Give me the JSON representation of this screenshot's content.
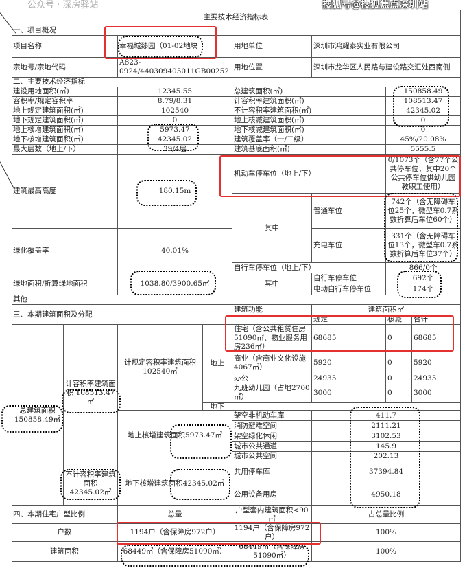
{
  "title": "主要技术经济指标表",
  "s1": {
    "heading": "一、项目概况",
    "project_name_label": "项目名称",
    "project_name": "幸福城臻园（01-02地块",
    "land_unit_label": "用地单位",
    "land_unit": "深圳市鸿耀泰实业有限公司",
    "parcel_label": "宗地号/宗地代码",
    "parcel_code": "A823-0924/440309405011GB00252",
    "location_label": "用地位置",
    "location": "深圳市龙华区人民路与建设路交汇处西南侧"
  },
  "s2": {
    "heading": "二、主要技术经济指标",
    "rows": [
      {
        "l": "建设用地面积(㎡)",
        "lv": "12345.55",
        "r": "总建筑面积(㎡)",
        "rv": "150858.49"
      },
      {
        "l": "容积率/规定容积率",
        "lv": "8.79/8.31",
        "r": "计容积率建筑面积(㎡)",
        "rv": "108513.47"
      },
      {
        "l": "地上规定建筑面积(㎡)",
        "lv": "102540",
        "r": "不计容积率建筑面积(㎡)",
        "rv": "42345.02"
      },
      {
        "l": "地下规定建筑面积(㎡)",
        "lv": "0",
        "r": "地上核减建筑面积(㎡)",
        "rv": "0"
      },
      {
        "l": "地上核增建筑面积(㎡)",
        "lv": "5973.47",
        "r": "地下核减建筑面积(㎡)",
        "rv": "0"
      },
      {
        "l": "地下核增建筑面积(㎡)",
        "lv": "42345.02",
        "r": "建筑覆盖率（一/二级）",
        "rv": "45%/20.08%"
      },
      {
        "l": "最大层数（地上/下）",
        "lv": "39/4层",
        "r": "建筑基底面积(㎡)",
        "rv": "5555.5"
      }
    ],
    "height_label": "建筑最高高度",
    "height": "180.15m",
    "green_cover_label": "绿化覆盖率",
    "green_cover": "40.01%",
    "green_area_label": "绿地面积/折算绿地面积",
    "green_area": "1038.80/3900.65㎡",
    "car_label": "机动车停车位（地上/下）",
    "car_value": "0/1073个（含77个公共停车位，其中20个公共停车位供幼儿园教职工使用）",
    "among": "其中",
    "normal_label": "普通车位",
    "normal_value": "742个（含无障碍车位25个，微型车0.7系数折算后车位60个）",
    "charging_label": "充电车位",
    "charging_value": "331个（含无障碍车位13个，微型车0.7系数折算后车位37个）",
    "bike_label": "自行车停车位（地上/下）",
    "bike_value": "866/0个",
    "bike_among": "其中",
    "bicycle_label": "自行车停车位",
    "bicycle_value": "692个",
    "ebike_label": "电动自行车停车位",
    "ebike_value": "174个",
    "other": "其他"
  },
  "s3": {
    "heading": "三、本期建筑面积及分配",
    "func_header": "建筑功能",
    "area_header": "建筑面积㎡",
    "col_spec": "规定",
    "col_reduce": "核减",
    "col_total": "合计",
    "total_area": "总建筑面积 150858.49㎡",
    "far_area": "计容积率建筑面积 108513.47㎡",
    "nonfar_area": "不计容积率建筑面积 42345.02㎡",
    "spec_far_area": "计规定容积率建筑面积 102540㎡",
    "above_add": "地上核增建筑面积5973.47㎡",
    "below_add": "地下核增建筑面积42345.02㎡",
    "above": "地上",
    "below": "地下",
    "uses": [
      {
        "name": "住宅（含公共租赁住房51090㎡、物业服务用房236㎡）",
        "spec": "68685",
        "reduce": "0",
        "total": "68685"
      },
      {
        "name": "商业（含商业文化设施4067㎡）",
        "spec": "5920",
        "reduce": "0",
        "total": "5920"
      },
      {
        "name": "办公",
        "spec": "24935",
        "reduce": "0",
        "total": "24935"
      },
      {
        "name": "九班幼儿园（占地2700㎡）",
        "spec": "3000",
        "reduce": "0",
        "total": "3000"
      }
    ],
    "extra": [
      {
        "name": "架空非机动车库",
        "value": "411.7"
      },
      {
        "name": "消防避难空间",
        "value": "2111.21"
      },
      {
        "name": "架空绿化休闲",
        "value": "3102.53"
      },
      {
        "name": "城市公共通道",
        "value": "145.9"
      },
      {
        "name": "城市公共空间",
        "value": "202.13"
      },
      {
        "name": "共用停车库",
        "value": "37394.84"
      },
      {
        "name": "公用设备用房",
        "value": "4950.18"
      }
    ]
  },
  "s4": {
    "heading": "四、本期住宅户型比例",
    "col_total": "总量",
    "col_type": "户型套内建筑面积<90㎡",
    "col_ratio": "占总量比例",
    "units_label": "户数",
    "units_total": "1194户（含保障房972户）",
    "units_type": "1194户（含保障房972户）",
    "units_ratio": "100%",
    "area_label": "建筑面积",
    "area_total": "68449㎡（含保障房51090㎡）",
    "area_type": "68449㎡（含保障房51090㎡）",
    "area_ratio": "100%"
  },
  "watermark": {
    "wechat": "公众号 · 深房驿站",
    "sohu": "搜狐号@搜狐焦点深圳站"
  }
}
